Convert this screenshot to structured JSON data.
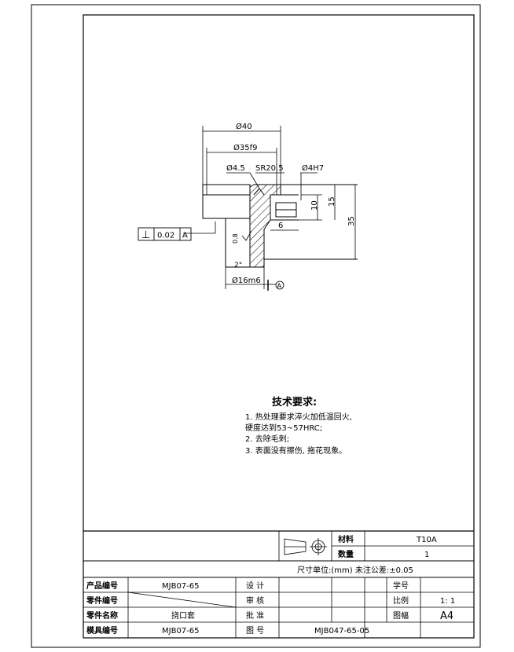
{
  "drawing": {
    "dims": {
      "d40": "Ø40",
      "d35f9": "Ø35f9",
      "d45": "Ø4.5",
      "sr": "SR20.5",
      "d4h7": "Ø4H7",
      "d16m6": "Ø16m6",
      "v10": "10",
      "v15": "15",
      "v35": "35",
      "v6": "6",
      "v08": "0.8",
      "v2": "2°"
    },
    "tolerance": {
      "symbol": "⊥",
      "value": "0.02",
      "datum": "A"
    },
    "datum_label": "A"
  },
  "requirements": {
    "title": "技术要求:",
    "lines": [
      "1. 热处理要求淬火加低温回火,",
      "硬度达到53~57HRC;",
      "2. 去除毛刺;",
      "3. 表面没有擦伤, 拖花现象。"
    ]
  },
  "titleblock": {
    "material_label": "材料",
    "material_value": "T10A",
    "qty_label": "数量",
    "qty_value": "1",
    "units_note": "尺寸单位:(mm)  未注公差:±0.05",
    "rows": [
      {
        "k1": "产品编号",
        "v1": "MJB07-65",
        "k2": "设  计",
        "k3": "学号",
        "v3": ""
      },
      {
        "k1": "零件编号",
        "v1": "",
        "k2": "审  核",
        "k3": "比例",
        "v3": "1: 1"
      },
      {
        "k1": "零件名称",
        "v1": "挠口套",
        "k2": "批  准",
        "k3": "图幅",
        "v3": "A4"
      },
      {
        "k1": "模具编号",
        "v1": "MJB07-65",
        "k2": "图  号",
        "v2": "MJB047-65-05"
      }
    ]
  }
}
